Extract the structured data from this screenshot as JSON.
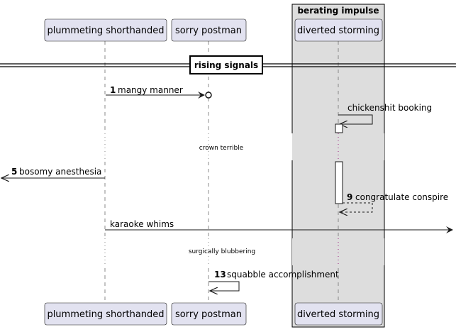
{
  "box": {
    "label": "berating impulse",
    "fill": "#dddddd"
  },
  "participants": [
    {
      "id": "p1",
      "label": "plummeting shorthanded"
    },
    {
      "id": "p2",
      "label": "sorry postman"
    },
    {
      "id": "p3",
      "label": "diverted storming"
    }
  ],
  "divider": {
    "label": "rising signals"
  },
  "messages": [
    {
      "num": "1",
      "text": "mangy manner"
    },
    {
      "num": "",
      "text": "chickenshit booking"
    },
    {
      "num": "5",
      "text": "bosomy anesthesia"
    },
    {
      "num": "9",
      "text": "congratulate conspire"
    },
    {
      "num": "",
      "text": "karaoke whims"
    },
    {
      "num": "13",
      "text": "squabble accomplishment"
    }
  ],
  "delays": [
    {
      "text": "crown terrible"
    },
    {
      "text": "surgically blubbering"
    }
  ],
  "colors": {
    "participant_fill": "#e2e2f0",
    "participant_border": "#181818",
    "lifeline": "#888888",
    "box_border": "#000000"
  }
}
